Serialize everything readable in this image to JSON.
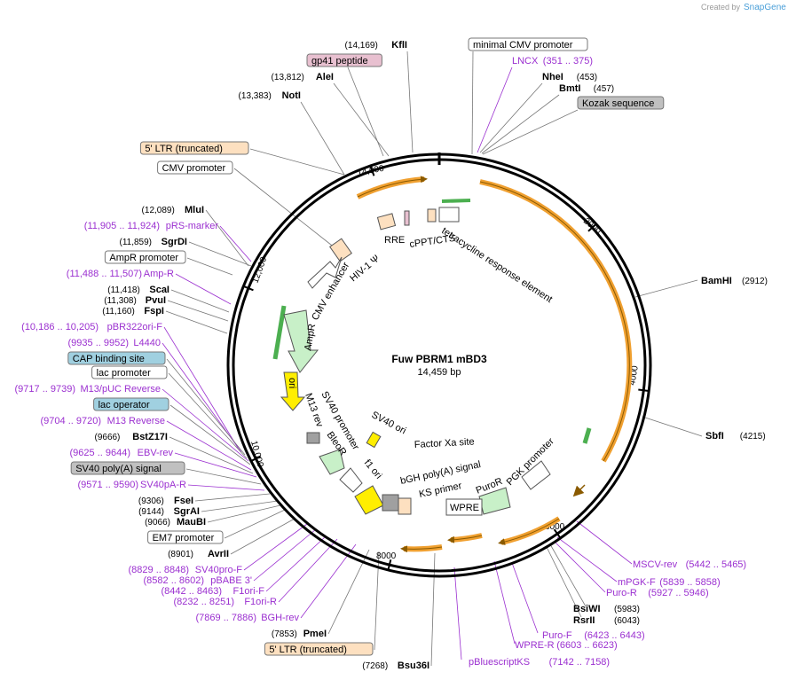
{
  "plasmid": {
    "name": "Fuw PBRM1 mBD3",
    "length_label": "14,459 bp"
  },
  "credit": {
    "prefix": "Created by",
    "brand": "SnapGene"
  },
  "colors": {
    "primer": "#9b30d0",
    "orange_feature": "#f0a030",
    "green_feature": "#4caf50",
    "yellow_feature": "#ffee00",
    "ltr_fill": "#fde0c0",
    "gp41_fill": "#e8c0d0",
    "kozak_fill": "#c0c0c0",
    "cap_fill": "#a0d0e0"
  },
  "ring_ticks": [
    {
      "label": "2000"
    },
    {
      "label": "4000"
    },
    {
      "label": "6000"
    },
    {
      "label": "8000"
    },
    {
      "label": "10,000"
    },
    {
      "label": "12,000"
    },
    {
      "label": "14,000"
    }
  ],
  "top_labels": [
    {
      "kind": "site",
      "coord": "(14,169)",
      "name": "KflI"
    },
    {
      "kind": "box",
      "name": "gp41 peptide"
    },
    {
      "kind": "site",
      "coord": "(13,812)",
      "name": "AleI"
    },
    {
      "kind": "site",
      "coord": "(13,383)",
      "name": "NotI"
    },
    {
      "kind": "box",
      "name": "minimal CMV promoter"
    },
    {
      "kind": "primer",
      "name": "LNCX",
      "coord": "(351 .. 375)"
    },
    {
      "kind": "site",
      "name": "NheI",
      "coord": "(453)"
    },
    {
      "kind": "site",
      "name": "BmtI",
      "coord": "(457)"
    },
    {
      "kind": "box",
      "name": "Kozak sequence"
    }
  ],
  "left_labels": [
    {
      "kind": "box",
      "name": "5' LTR (truncated)"
    },
    {
      "kind": "box",
      "name": "CMV promoter"
    },
    {
      "kind": "site",
      "coord": "(12,089)",
      "name": "MluI"
    },
    {
      "kind": "primer",
      "coord": "(11,905 .. 11,924)",
      "name": "pRS-marker"
    },
    {
      "kind": "site",
      "coord": "(11,859)",
      "name": "SgrDI"
    },
    {
      "kind": "box",
      "name": "AmpR promoter"
    },
    {
      "kind": "primer",
      "coord": "(11,488 .. 11,507)",
      "name": "Amp-R"
    },
    {
      "kind": "site",
      "coord": "(11,418)",
      "name": "ScaI"
    },
    {
      "kind": "site",
      "coord": "(11,308)",
      "name": "PvuI"
    },
    {
      "kind": "site",
      "coord": "(11,160)",
      "name": "FspI"
    },
    {
      "kind": "primer",
      "coord": "(10,186 .. 10,205)",
      "name": "pBR322ori-F"
    },
    {
      "kind": "primer",
      "coord": "(9935 .. 9952)",
      "name": "L4440"
    },
    {
      "kind": "box",
      "name": "CAP binding site"
    },
    {
      "kind": "box",
      "name": "lac promoter"
    },
    {
      "kind": "primer",
      "coord": "(9717 .. 9739)",
      "name": "M13/pUC Reverse"
    },
    {
      "kind": "box",
      "name": "lac operator"
    },
    {
      "kind": "primer",
      "coord": "(9704 .. 9720)",
      "name": "M13 Reverse"
    },
    {
      "kind": "site",
      "coord": "(9666)",
      "name": "BstZ17I"
    },
    {
      "kind": "primer",
      "coord": "(9625 .. 9644)",
      "name": "EBV-rev"
    },
    {
      "kind": "box",
      "name": "SV40 poly(A) signal"
    },
    {
      "kind": "primer",
      "coord": "(9571 .. 9590)",
      "name": "SV40pA-R"
    },
    {
      "kind": "site",
      "coord": "(9306)",
      "name": "FseI"
    },
    {
      "kind": "site",
      "coord": "(9144)",
      "name": "SgrAI"
    },
    {
      "kind": "site",
      "coord": "(9066)",
      "name": "MauBI"
    },
    {
      "kind": "box",
      "name": "EM7 promoter"
    },
    {
      "kind": "site",
      "coord": "(8901)",
      "name": "AvrII"
    },
    {
      "kind": "primer",
      "coord": "(8829 .. 8848)",
      "name": "SV40pro-F"
    },
    {
      "kind": "primer",
      "coord": "(8582 .. 8602)",
      "name": "pBABE 3'"
    },
    {
      "kind": "primer",
      "coord": "(8442 .. 8463)",
      "name": "F1ori-F"
    },
    {
      "kind": "primer",
      "coord": "(8232 .. 8251)",
      "name": "F1ori-R"
    },
    {
      "kind": "primer",
      "coord": "(7869 .. 7886)",
      "name": "BGH-rev"
    },
    {
      "kind": "site",
      "coord": "(7853)",
      "name": "PmeI"
    },
    {
      "kind": "box",
      "name": "5' LTR (truncated)"
    },
    {
      "kind": "site",
      "coord": "(7268)",
      "name": "Bsu36I"
    }
  ],
  "right_labels": [
    {
      "kind": "site",
      "name": "BamHI",
      "coord": "(2912)"
    },
    {
      "kind": "site",
      "name": "SbfI",
      "coord": "(4215)"
    },
    {
      "kind": "primer",
      "name": "MSCV-rev",
      "coord": "(5442 .. 5465)"
    },
    {
      "kind": "primer",
      "name": "mPGK-F",
      "coord": "(5839 .. 5858)"
    },
    {
      "kind": "primer",
      "name": "Puro-R",
      "coord": "(5927 .. 5946)"
    },
    {
      "kind": "site",
      "name": "BsiWI",
      "coord": "(5983)"
    },
    {
      "kind": "site",
      "name": "RsrII",
      "coord": "(6043)"
    },
    {
      "kind": "primer",
      "name": "Puro-F",
      "coord": "(6423 .. 6443)"
    },
    {
      "kind": "primer",
      "name": "WPRE-R",
      "coord": "(6603 .. 6623)"
    },
    {
      "kind": "primer",
      "name": "pBluescriptKS",
      "coord": "(7142 .. 7158)"
    }
  ],
  "inner_features": [
    {
      "name": "RRE"
    },
    {
      "name": "cPPT/CTS"
    },
    {
      "name": "tetracycline response element"
    },
    {
      "name": "HIV-1 Ψ"
    },
    {
      "name": "CMV enhancer"
    },
    {
      "name": "AmpR"
    },
    {
      "name": "ori"
    },
    {
      "name": "M13 rev"
    },
    {
      "name": "SV40 promoter"
    },
    {
      "name": "BleoR"
    },
    {
      "name": "SV40 ori"
    },
    {
      "name": "Factor Xa site"
    },
    {
      "name": "f1 ori"
    },
    {
      "name": "bGH poly(A) signal"
    },
    {
      "name": "KS primer"
    },
    {
      "name": "PuroR"
    },
    {
      "name": "PGK promoter"
    },
    {
      "name": "WPRE"
    }
  ]
}
